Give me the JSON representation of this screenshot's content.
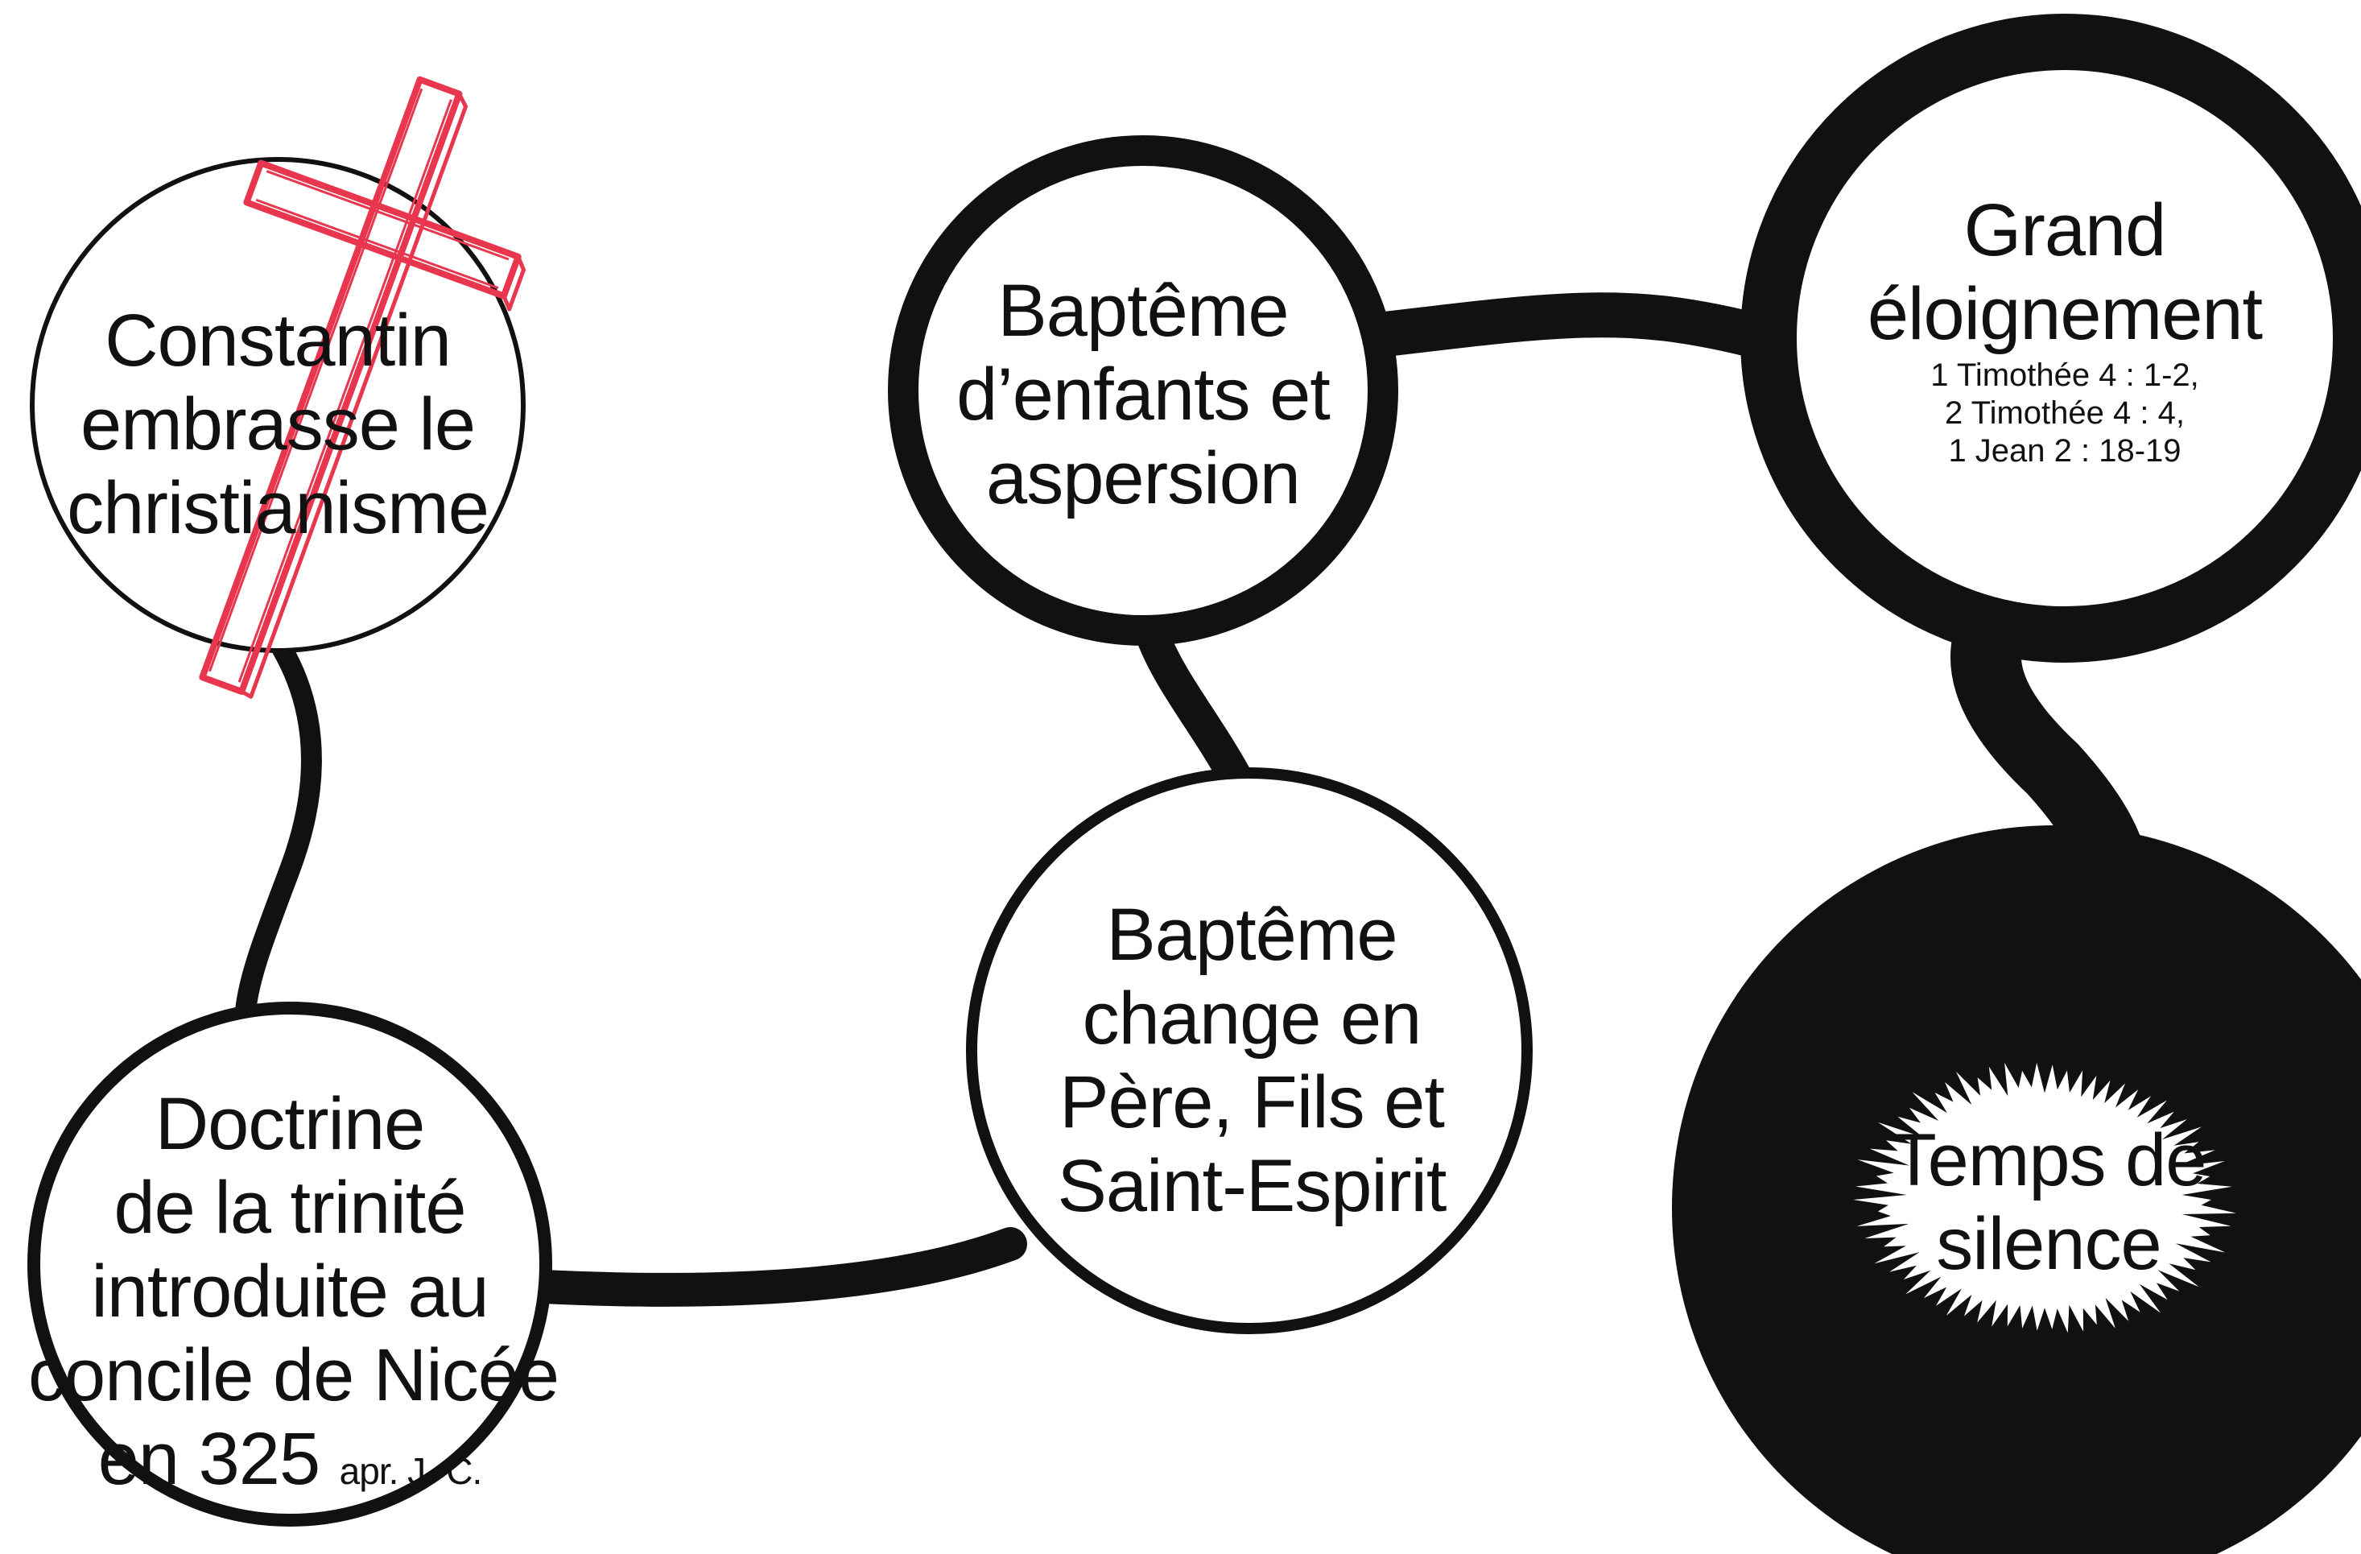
{
  "nodes": {
    "constantin": {
      "lines": [
        "Constantin",
        "embrasse le",
        "christianisme"
      ],
      "icon": "cross-icon",
      "icon_color": "#e8364f"
    },
    "trinity": {
      "lines": [
        "Doctrine",
        "de la trinité",
        "introduite au",
        "concile de Nicée"
      ],
      "last_line_main": "en 325",
      "last_line_small": "apr. J.-C."
    },
    "formula": {
      "lines": [
        "Baptême",
        "change en",
        "Père, Fils et",
        "Saint-Espirit"
      ]
    },
    "infant": {
      "lines": [
        "Baptême",
        "d’enfants et",
        "aspersion"
      ]
    },
    "apostasy": {
      "title_lines": [
        "Grand",
        "éloignement"
      ],
      "refs": [
        "1 Timothée 4 : 1-2,",
        "2 Timothée 4 : 4,",
        "1 Jean 2 : 18-19"
      ]
    },
    "silence": {
      "lines": [
        "Temps de",
        "silence"
      ],
      "fill": "#111111",
      "burst_fill": "#ffffff"
    }
  },
  "colors": {
    "ink": "#111111",
    "background": "#ffffff",
    "cross": "#e8364f"
  }
}
